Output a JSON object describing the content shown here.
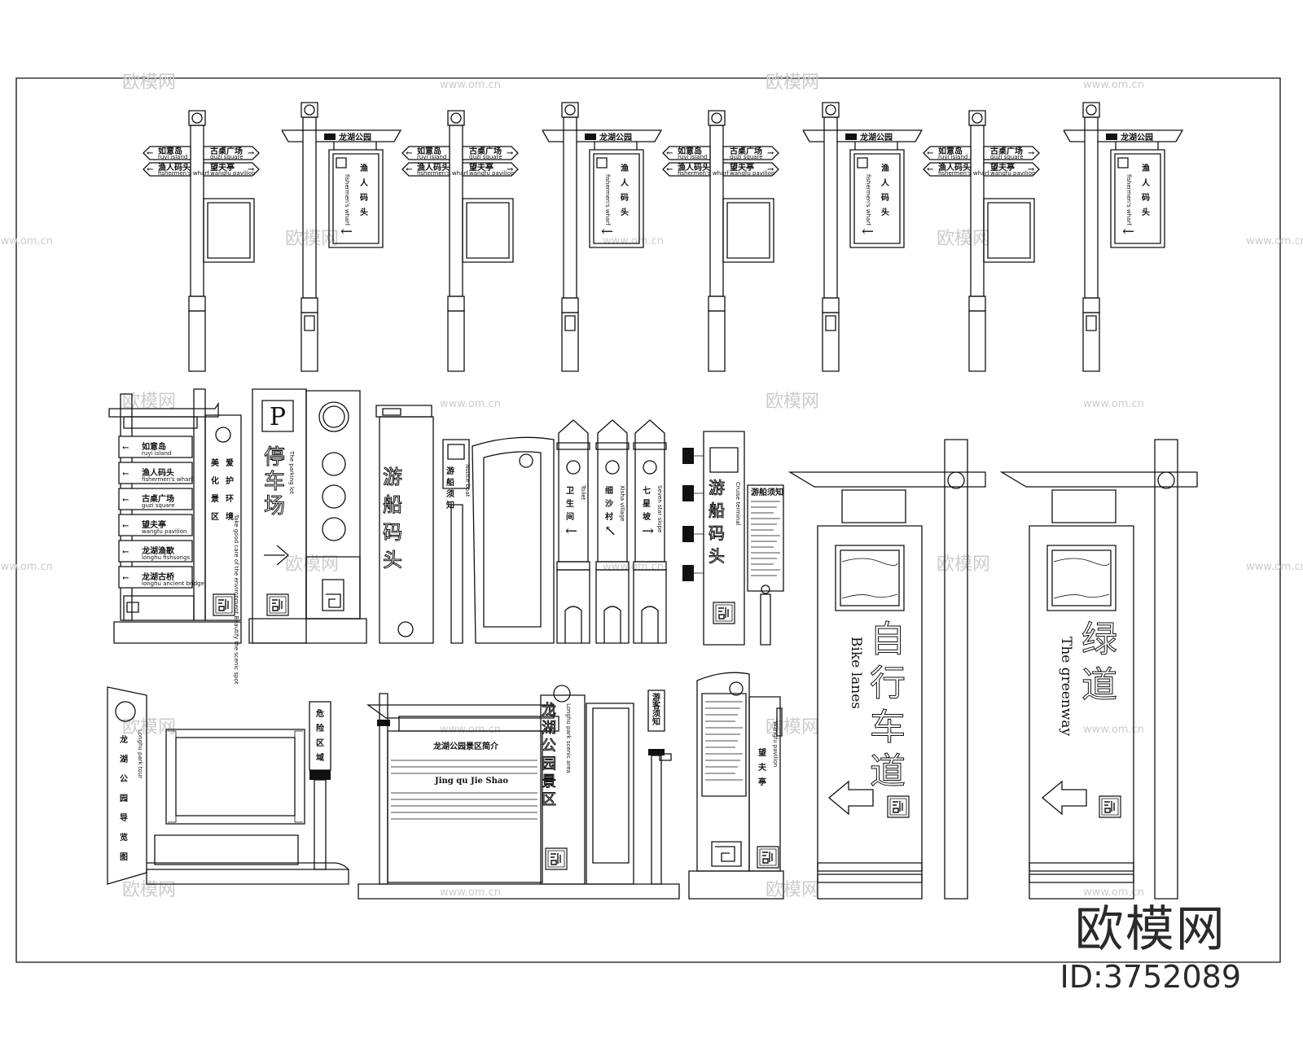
{
  "brand": {
    "logo": "欧模网",
    "id_label": "ID:3752089"
  },
  "watermark": {
    "text": "欧模网",
    "url": "www.om.cn"
  },
  "finger_post": {
    "left_arrows": [
      "如意岛",
      "渔人码头"
    ],
    "left_sub": [
      "ruyi island",
      "fishermen's wharf"
    ],
    "right_arrows": [
      "古桌广场",
      "望夫亭"
    ],
    "right_sub": [
      "guzi square",
      "wangfu pavilion"
    ]
  },
  "hanging_sign": {
    "header": "龙湖公园",
    "title_chars": [
      "渔",
      "人",
      "码",
      "头"
    ],
    "title_en": "fishermen's wharf"
  },
  "directory_sign": {
    "items": [
      "如意岛",
      "渔人码头",
      "古桌广场",
      "望夫亭",
      "龙湖渔歌",
      "龙湖古桥"
    ],
    "items_en": [
      "ruyi island",
      "fishermen's wharf",
      "guzi square",
      "wangfu pavilion",
      "longhu fishsongs",
      "longhu ancient bridge"
    ],
    "slogan_col1": "爱护环境",
    "slogan_col2": "美化景区",
    "slogan_en": "Take good care of the environment  Beautify the scenic spot"
  },
  "parking_sign": {
    "letter": "P",
    "title": "停车场",
    "title_en": "The parking lot"
  },
  "boat_dock_sign": {
    "title": "游船码头"
  },
  "boat_notice_sign": {
    "title": "游船须知",
    "title_en": "Notice boat"
  },
  "three_posts": [
    {
      "title": "卫生间",
      "title_en": "Toilet"
    },
    {
      "title": "细沙村",
      "title_en": "Xisha village"
    },
    {
      "title": "七星坡",
      "title_en": "Seven star slope"
    }
  ],
  "boat_dock_vertical": {
    "title": "游船码头",
    "title_en": "Cruise terminal"
  },
  "notice_board": {
    "title": "游船须知"
  },
  "tourist_map": {
    "title": "龙湖公园导览图",
    "title_en": "Longhu park tour"
  },
  "small_slogan": {
    "text": "危险区域"
  },
  "intro_board": {
    "heading": "龙湖公园景区简介",
    "subheading": "Jing qu Jie Shao",
    "side_title": "龙湖公园景区",
    "side_title_en": "Longhu park scenic area",
    "side_small": "游客须知"
  },
  "wangfu_sign": {
    "title": "望夫亭",
    "title_en": "Wangfu pavilion"
  },
  "bike_sign": {
    "title": "自行车道",
    "title_en": "Bike lanes"
  },
  "greenway_sign": {
    "title": "绿道",
    "title_en": "The greenway"
  }
}
